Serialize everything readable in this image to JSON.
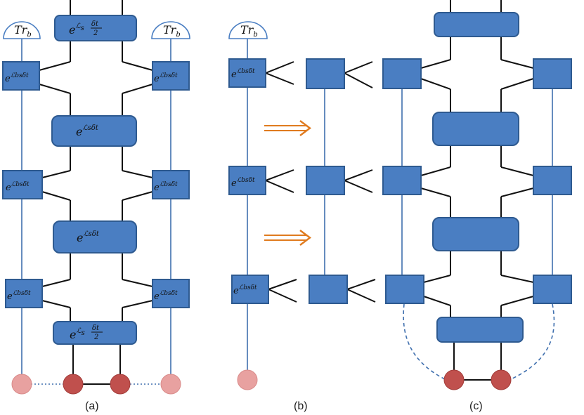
{
  "labels": {
    "trace": "Tr_b",
    "trace_base": "Tr",
    "trace_sub": "b",
    "e": "e",
    "bath_exp": "ℒbsδt",
    "bath_exp_sym": "ℒ",
    "bath_exp_sub": "bs",
    "bath_exp_tail": "δt",
    "system_exp": "ℒsδt",
    "system_exp_sym": "ℒ",
    "system_exp_sub": "s",
    "system_exp_tail": "δt",
    "half_step_num": "δt",
    "half_step_den": "2"
  },
  "captions": [
    "(a)",
    "(b)",
    "(c)"
  ],
  "colors": {
    "box_fill": "#4a7ec2",
    "box_stroke": "#2e5a90",
    "line_blue": "#3f6fae",
    "wire_black": "#111111",
    "dot_dark": "#c0504d",
    "dot_light": "#e8a1a0",
    "arrow_orange": "#e07b1f"
  }
}
